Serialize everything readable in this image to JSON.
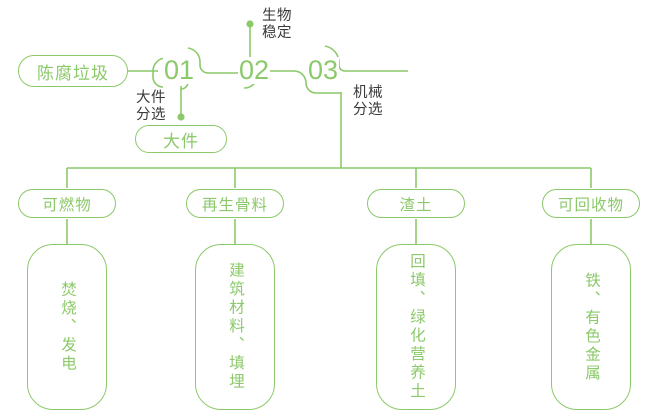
{
  "theme": {
    "line_color": "#8cc96a",
    "accent_color": "#8cc96a",
    "text_dark": "#3a3a3a",
    "background": "#ffffff"
  },
  "source": {
    "label": "陈腐垃圾"
  },
  "stages": [
    {
      "number": "01",
      "annotation": "大件\n分选"
    },
    {
      "number": "02",
      "annotation": "生物\n稳定"
    },
    {
      "number": "03",
      "annotation": "机械\n分选"
    }
  ],
  "side_output": {
    "label": "大件"
  },
  "outputs": [
    {
      "label": "可燃物",
      "result": "焚烧、发电"
    },
    {
      "label": "再生骨料",
      "result": "建筑材料、填埋"
    },
    {
      "label": "渣土",
      "result": "回填、绿化营养土"
    },
    {
      "label": "可回收物",
      "result": "铁、有色金属"
    }
  ]
}
